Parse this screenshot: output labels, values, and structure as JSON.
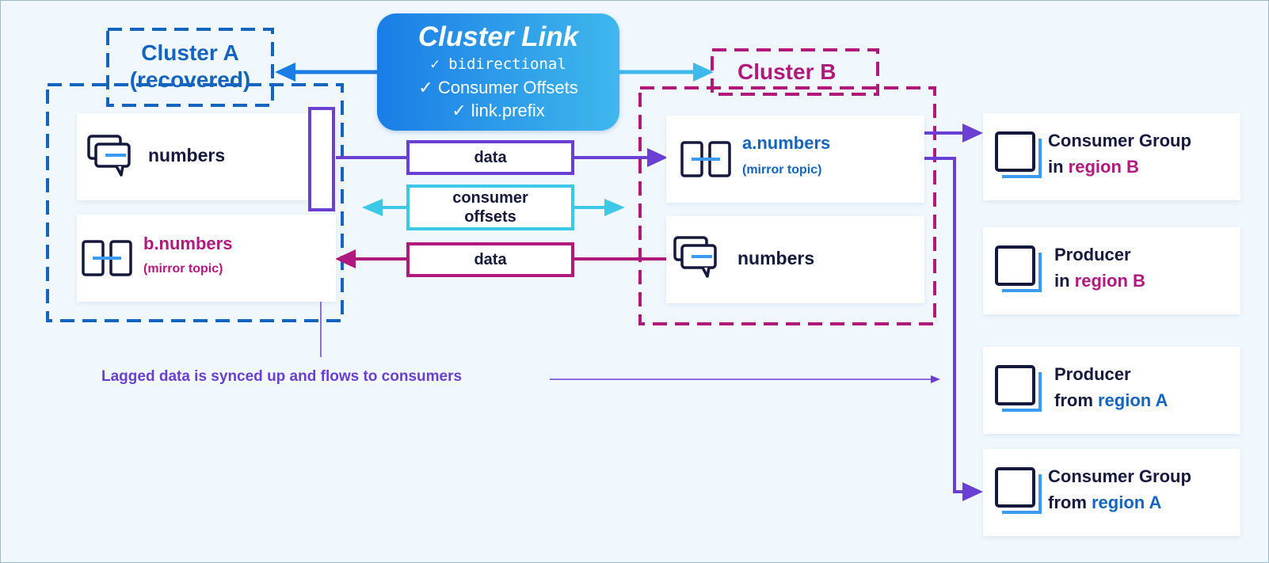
{
  "cluster_link": {
    "title": "Cluster Link",
    "features": [
      "✓ bidirectional",
      "✓ Consumer Offsets",
      "✓ link.prefix"
    ]
  },
  "cluster_a": {
    "title_line1": "Cluster A",
    "title_line2": "(recovered)",
    "topics": [
      {
        "name": "numbers",
        "subtitle": ""
      },
      {
        "name": "b.numbers",
        "subtitle": "(mirror topic)"
      }
    ]
  },
  "cluster_b": {
    "title": "Cluster B",
    "topics": [
      {
        "name": "a.numbers",
        "subtitle": "(mirror topic)"
      },
      {
        "name": "numbers",
        "subtitle": ""
      }
    ]
  },
  "connections": {
    "data_top": "data",
    "consumer_offsets_line1": "consumer",
    "consumer_offsets_line2": "offsets",
    "data_bottom": "data"
  },
  "clients": [
    {
      "line1": "Consumer Group",
      "prefix2": "in ",
      "region": "region B"
    },
    {
      "line1": "Producer",
      "prefix2": "in ",
      "region": "region B"
    },
    {
      "line1": "Producer",
      "prefix2": "from ",
      "region": "region A"
    },
    {
      "line1": "Consumer Group",
      "prefix2": "from ",
      "region": "region A"
    }
  ],
  "annotation": "Lagged data is synced up and flows to consumers",
  "colors": {
    "cluster_a": "#1565c0",
    "cluster_b": "#b0197e",
    "link": "#3fb8ec",
    "data_flow": "#6a3fd4",
    "navy": "#15193d"
  }
}
